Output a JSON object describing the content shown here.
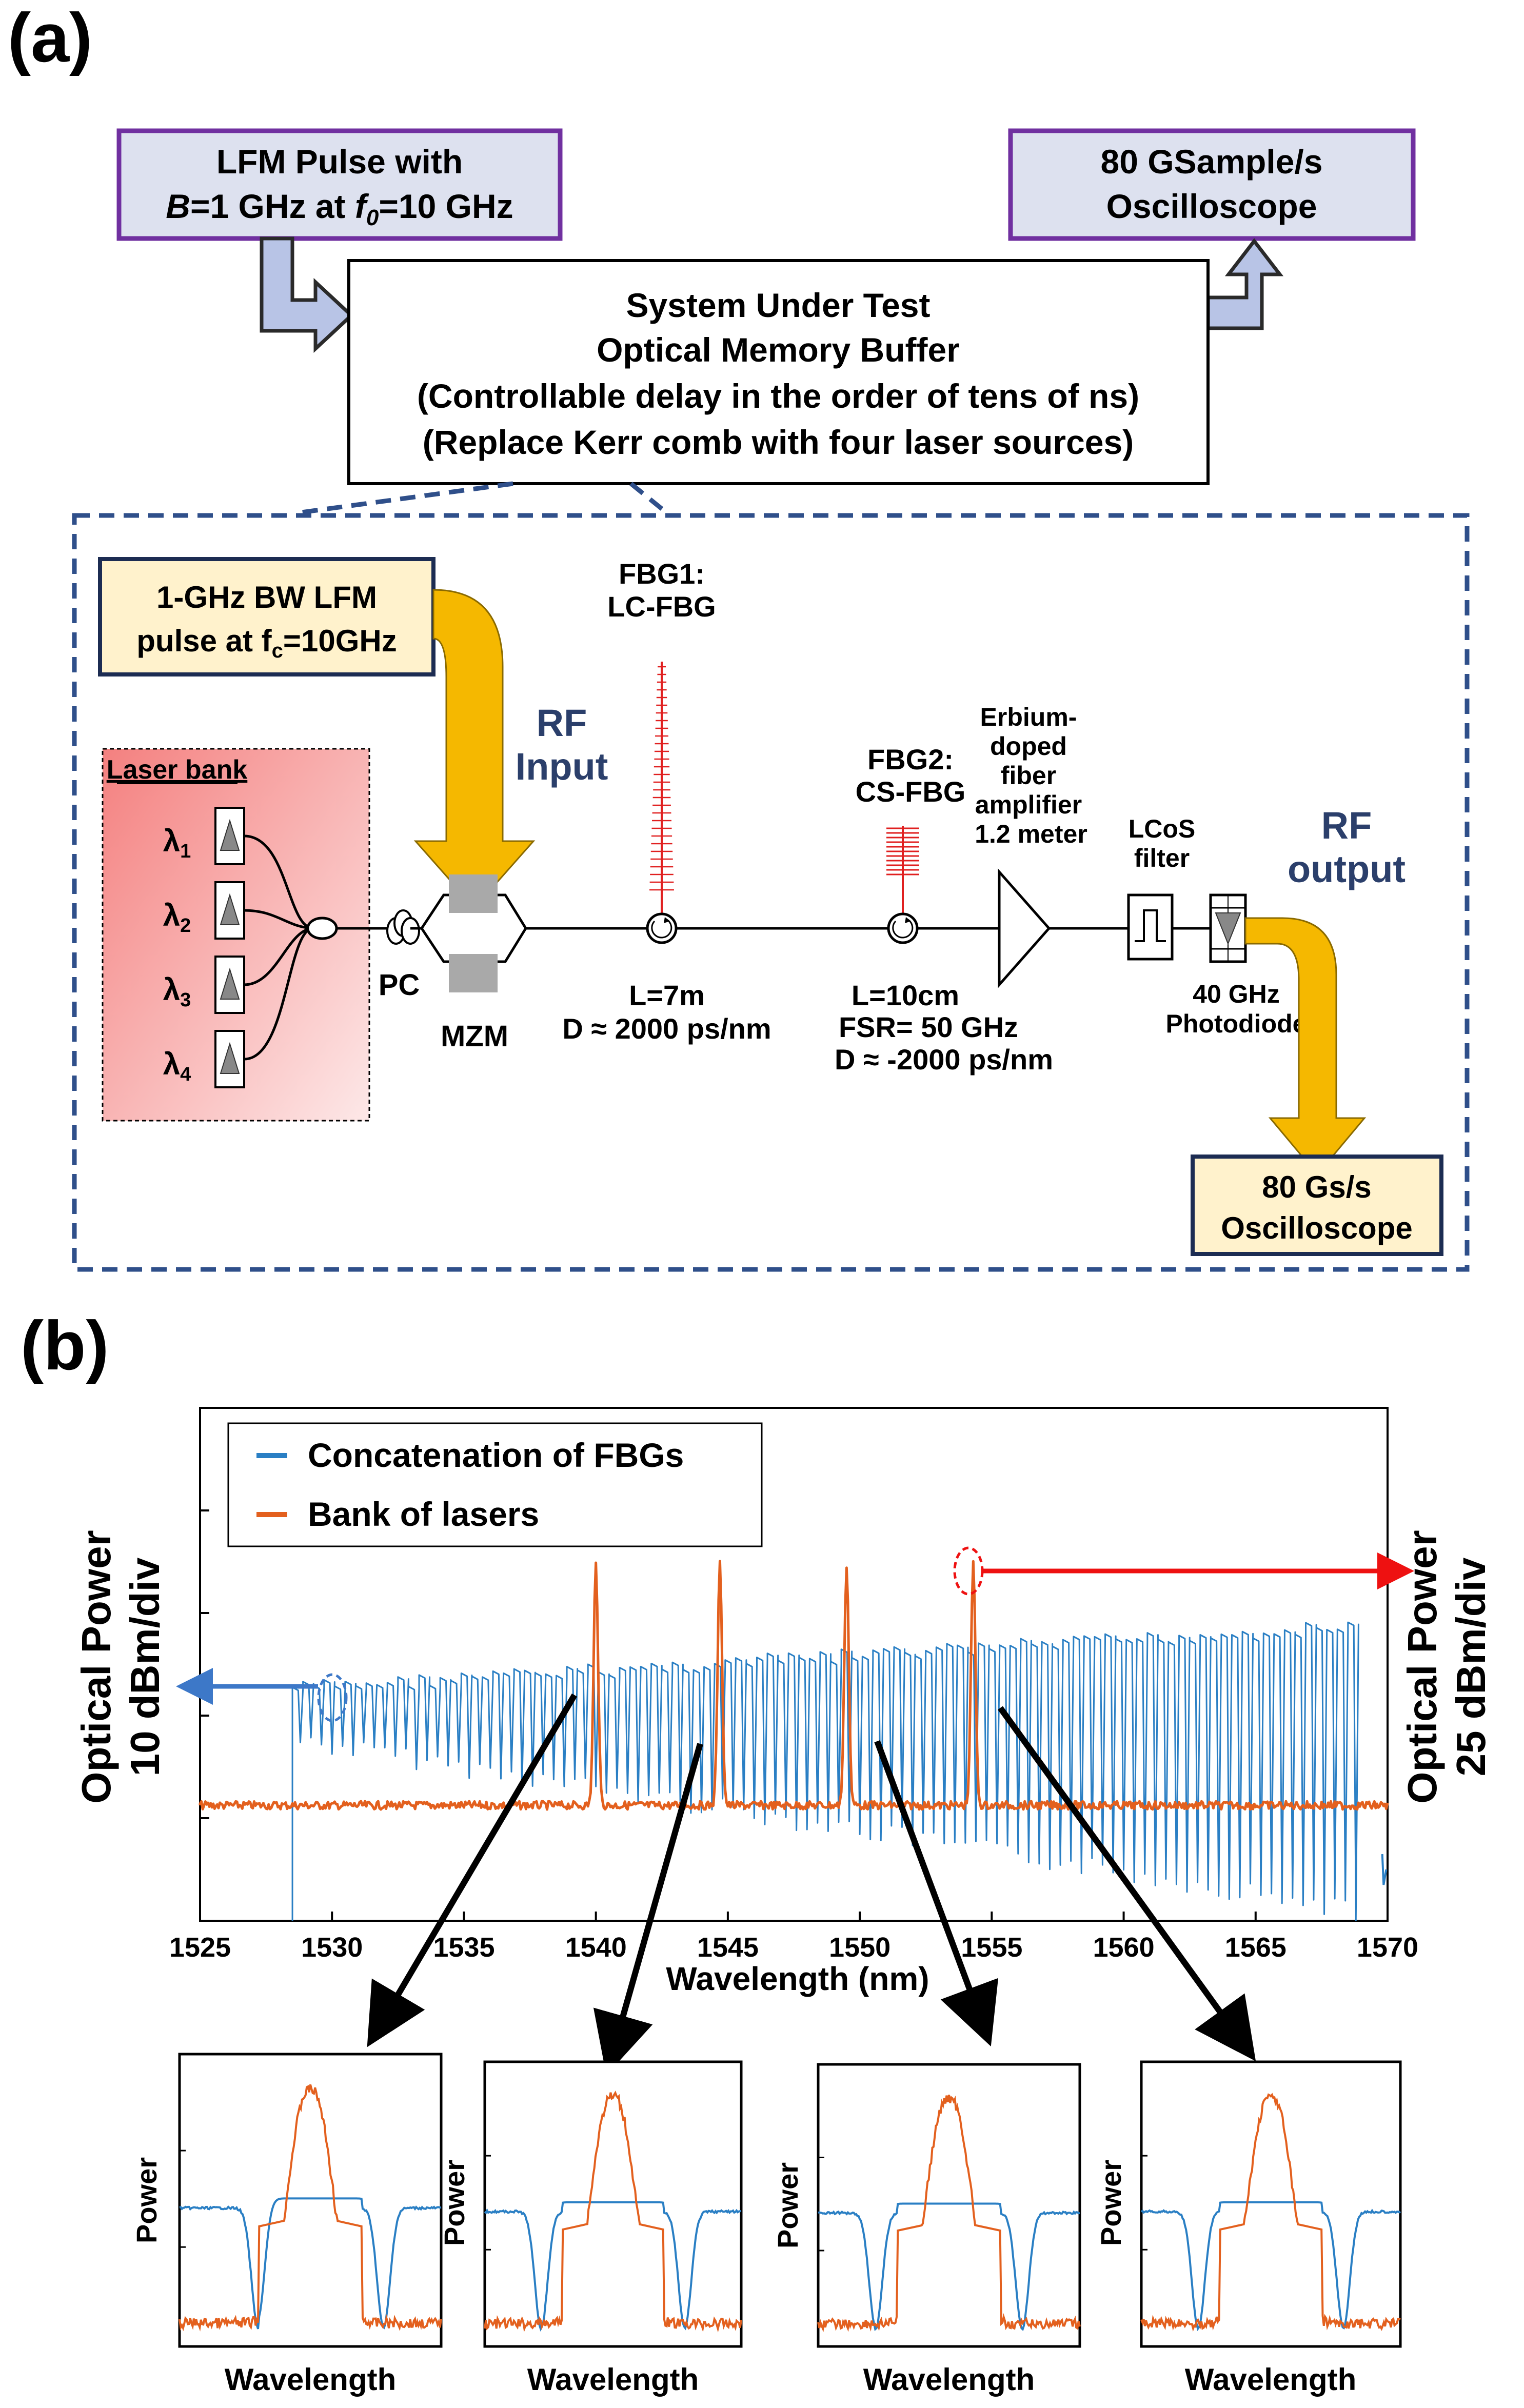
{
  "panel_a": {
    "label": "(a)",
    "input_box": {
      "line1": "LFM Pulse with",
      "line2_b": "B",
      "line2_mid": "=1 GHz at ",
      "line2_f": "f",
      "line2_sub": "0",
      "line2_end": "=10 GHz"
    },
    "scope_box": {
      "line1": "80 GSample/s",
      "line2": "Oscilloscope"
    },
    "sut_box": {
      "lines": [
        "System Under Test",
        "Optical Memory Buffer",
        "(Controllable delay in the order of tens of ns)",
        "(Replace Kerr comb with four laser sources)"
      ]
    },
    "setup": {
      "rf_pulse_box": {
        "line1": "1-GHz BW LFM",
        "line2_pre": "pulse at f",
        "line2_sub": "c",
        "line2_post": "=10GHz"
      },
      "rf_input": [
        "RF",
        "Input"
      ],
      "laser_bank": {
        "title": "Laser bank",
        "lambda": "λ",
        "subs": [
          "1",
          "2",
          "3",
          "4"
        ]
      },
      "pc_label": "PC",
      "mzm_label": "MZM",
      "fbg1": {
        "title": [
          "FBG1:",
          "LC-FBG"
        ],
        "specs": [
          "L=7m",
          "D ≈ 2000 ps/nm"
        ]
      },
      "fbg2": {
        "title": [
          "FBG2:",
          "CS-FBG"
        ],
        "specs": [
          "L=10cm",
          "FSR= 50 GHz",
          "D ≈ -2000 ps/nm"
        ]
      },
      "edfa": [
        "Erbium-",
        "doped",
        "fiber",
        "amplifier",
        "1.2 meter"
      ],
      "lcos": [
        "LCoS",
        "filter"
      ],
      "photodiode": [
        "40 GHz",
        "Photodiode"
      ],
      "rf_output": [
        "RF",
        "output"
      ],
      "output_scope": [
        "80 Gs/s",
        "Oscilloscope"
      ]
    }
  },
  "panel_b": {
    "label": "(b)",
    "legend": [
      "Concatenation of FBGs",
      "Bank of lasers"
    ],
    "y_left": [
      "Optical Power",
      "10 dBm/div"
    ],
    "y_right": [
      "Optical Power",
      "25 dBm/div"
    ],
    "insets": {
      "ylabel": "Power",
      "xlabel": "Wavelength"
    }
  },
  "colors": {
    "box_border": "#7030a0",
    "box_fill": "#dde1ef",
    "setup_border": "#2f4f8a",
    "rf_box_fill": "#fff2cc",
    "rf_arrow": "#f5b800",
    "fbg_red": "#e02020",
    "fbg_blue": "#2a7fc4",
    "laser_orange": "#e3601e",
    "rf_text": "#2b3f6b"
  },
  "chart_data": {
    "type": "line",
    "xlabel": "Wavelength (nm)",
    "xlim": [
      1525,
      1570
    ],
    "xticks": [
      1525,
      1530,
      1535,
      1540,
      1545,
      1550,
      1555,
      1560,
      1565,
      1570
    ],
    "fbg_range": [
      1528.5,
      1568.8
    ],
    "fbg_notch_spacing_nm": 0.4,
    "laser_peaks_nm": [
      1540,
      1544.7,
      1549.5,
      1554.3
    ],
    "grid": false,
    "legend_position": "top-left",
    "series": [
      {
        "name": "Concatenation of FBGs"
      },
      {
        "name": "Bank of lasers"
      }
    ]
  }
}
